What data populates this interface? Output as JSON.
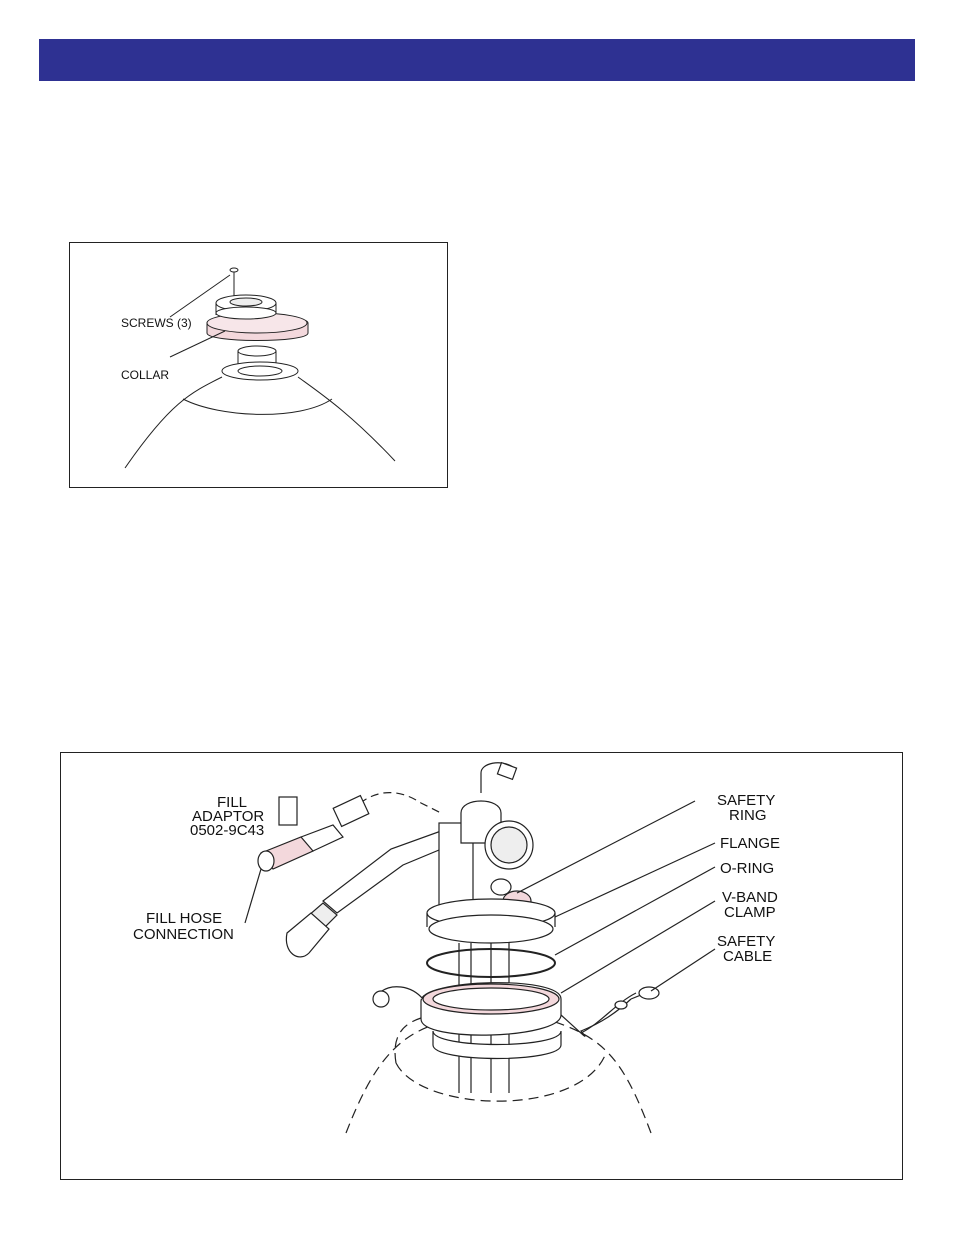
{
  "header": {
    "color": "#2e3192"
  },
  "figure1": {
    "labels": {
      "screws": "SCREWS (3)",
      "collar": "COLLAR"
    }
  },
  "figure2": {
    "labels": {
      "fill_adaptor_line1": "FILL",
      "fill_adaptor_line2": "ADAPTOR",
      "fill_adaptor_line3": "0502-9C43",
      "fill_hose_line1": "FILL HOSE",
      "fill_hose_line2": "CONNECTION",
      "safety_ring_line1": "SAFETY",
      "safety_ring_line2": "RING",
      "flange": "FLANGE",
      "o_ring": "O-RING",
      "vband_line1": "V-BAND",
      "vband_line2": "CLAMP",
      "safety_cable_line1": "SAFETY",
      "safety_cable_line2": "CABLE"
    }
  }
}
